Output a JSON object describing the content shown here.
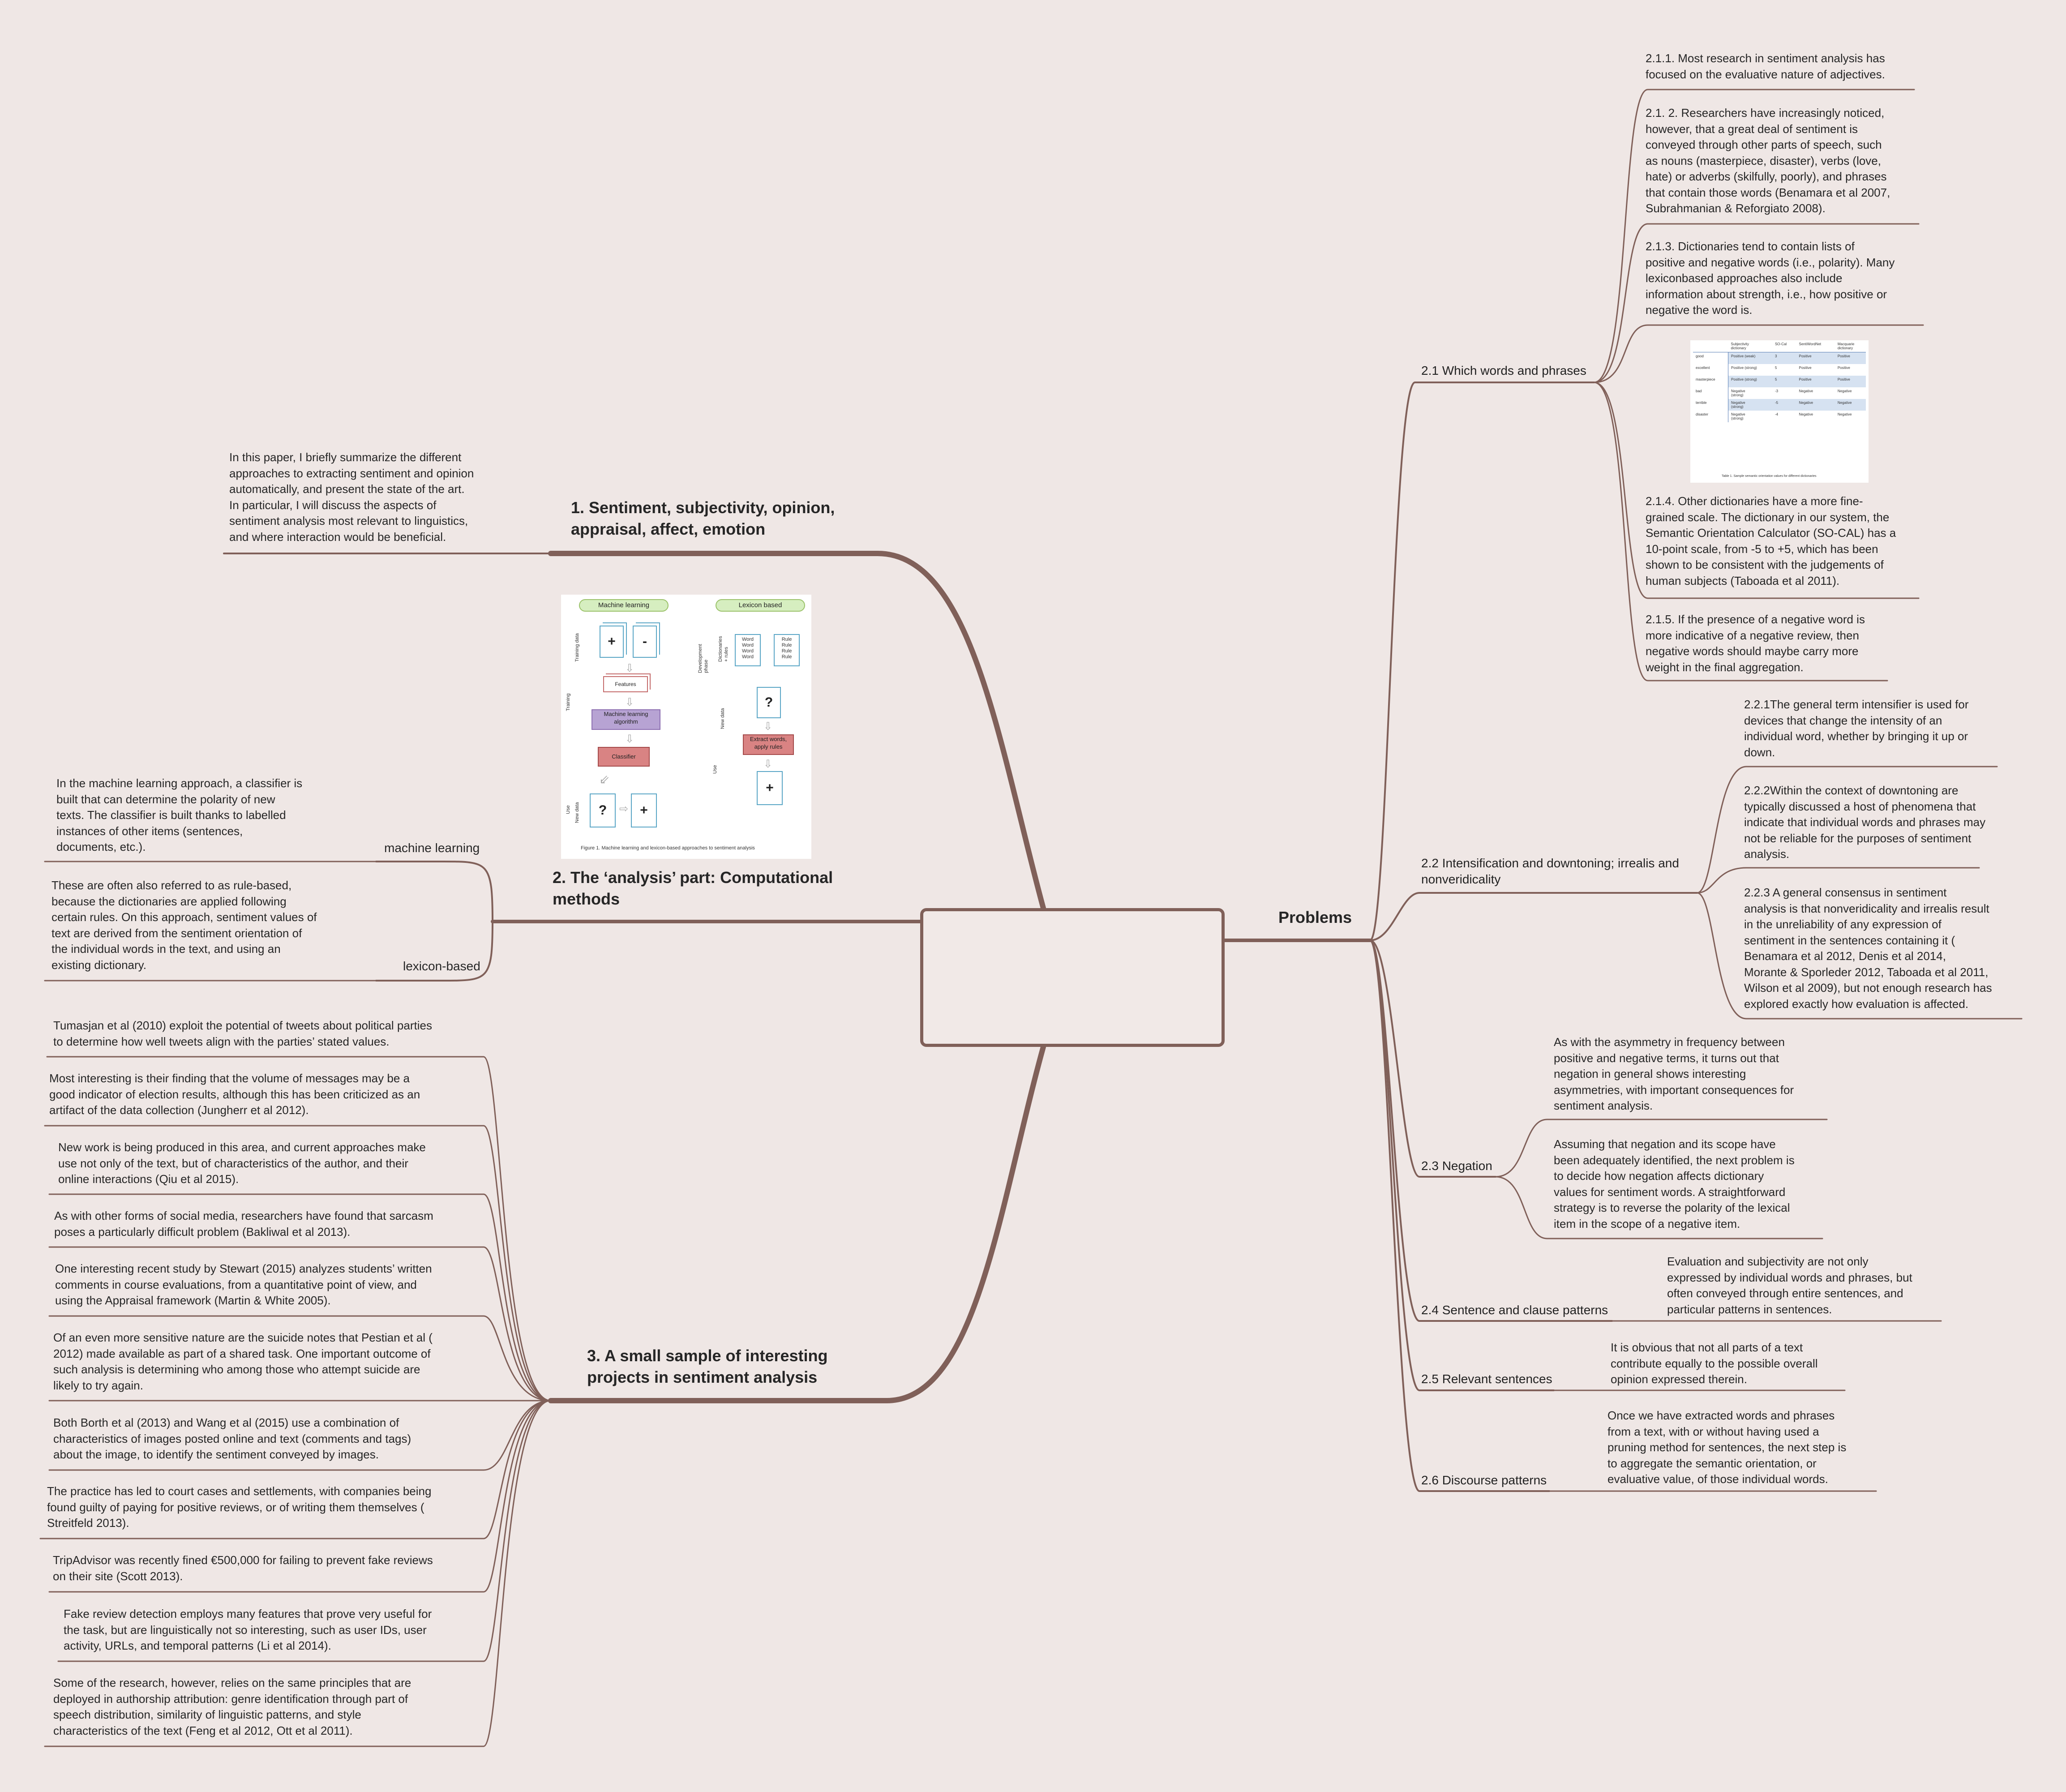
{
  "central_topic": "",
  "left": {
    "b1": {
      "title": "1. Sentiment, subjectivity, opinion,\nappraisal, affect, emotion",
      "note": "In this paper, I briefly summarize the different\napproaches to extracting sentiment and opinion\nautomatically, and present the state of the art.\nIn particular, I will discuss the aspects of\nsentiment analysis most relevant to linguistics,\nand where interaction would be beneficial."
    },
    "b2": {
      "title": "2. The ‘analysis’ part: Computational\nmethods",
      "ml_label": "machine learning",
      "ml_note": "In the machine learning approach, a classifier is\nbuilt that can determine the polarity of new\ntexts. The classifier is built thanks to labelled\ninstances of other items (sentences,\ndocuments, etc.).",
      "lex_label": "lexicon-based",
      "lex_note": "These are often also referred to as rule-based,\nbecause the dictionaries are applied following\ncertain rules. On this approach, sentiment values of\ntext are derived from the sentiment orientation of\nthe individual words in the text, and using an\nexisting dictionary.",
      "figure": {
        "pill_ml": "Machine learning",
        "pill_lex": "Lexicon based",
        "plus": "+",
        "minus": "-",
        "question": "?",
        "training_data": "Training data",
        "training": "Training",
        "features": "Features",
        "ml_algo": "Machine learning\nalgorithm",
        "classifier": "Classifier",
        "use": "Use",
        "new_data": "New data",
        "dev_phase": "Development\nphase",
        "dictionaries_rules": "Dictionaries\n+ rules",
        "words": "Word\nWord\nWord\nWord",
        "rules": "Rule\nRule\nRule\nRule",
        "extract": "Extract words,\napply rules",
        "caption": "Figure 1. Machine learning and lexicon-based approaches to sentiment analysis"
      }
    },
    "b3": {
      "title": "3. A small sample of interesting\nprojects in sentiment analysis",
      "notes": [
        "Tumasjan et al (2010) exploit the potential of tweets about political parties\nto determine how well tweets align with the parties’ stated values.",
        "Most interesting is their finding that the volume of messages may be a\ngood indicator of election results, although this has been criticized as an\nartifact of the data collection (Jungherr et al 2012).",
        "New work is being produced in this area, and current approaches make\nuse not only of the text, but of characteristics of the author, and their\nonline interactions (Qiu et al 2015).",
        "As with other forms of social media, researchers have found that sarcasm\nposes a particularly difficult problem (Bakliwal et al 2013).",
        "One interesting recent study by Stewart (2015) analyzes students’ written\ncomments in course evaluations, from a quantitative point of view, and\nusing the Appraisal framework (Martin & White 2005).",
        "Of an even more sensitive nature are the suicide notes that Pestian et al (\n2012) made available as part of a shared task. One important outcome of\nsuch analysis is determining who among those who attempt suicide are\nlikely to try again.",
        "Both Borth et al (2013) and Wang et al (2015) use a combination of\ncharacteristics of images posted online and text (comments and tags)\nabout the image, to identify the sentiment conveyed by images.",
        "The practice has led to court cases and settlements, with companies being\nfound guilty of paying for positive reviews, or of writing them themselves (\nStreitfeld 2013).",
        "TripAdvisor was recently fined €500,000 for failing to prevent fake reviews\non their site (Scott 2013).",
        "Fake review detection employs many features that prove very useful for\nthe task, but are linguistically not so interesting, such as user IDs, user\nactivity, URLs, and temporal patterns (Li et al 2014).",
        "Some of the research, however, relies on the same principles that are\ndeployed in authorship attribution: genre identification through part of\nspeech distribution, similarity of linguistic patterns, and style\ncharacteristics of the text (Feng et al 2012, Ott et al 2011)."
      ]
    }
  },
  "right": {
    "title": "Problems",
    "s21": {
      "label": "2.1 Which words and phrases",
      "notes": [
        "2.1.1. Most research in sentiment analysis has\nfocused on the evaluative nature of adjectives.",
        "2.1. 2. Researchers have increasingly noticed,\nhowever, that a great deal of sentiment is\nconveyed through other parts of speech, such\nas nouns (masterpiece, disaster), verbs (love,\nhate) or adverbs (skilfully, poorly), and phrases\nthat contain those words (Benamara et al 2007,\nSubrahmanian & Reforgiato 2008).",
        "2.1.3. Dictionaries tend to contain lists of\npositive and negative words (i.e., polarity). Many\nlexiconbased approaches also include\ninformation about strength, i.e., how positive or\nnegative the word is.",
        "2.1.4. Other dictionaries have a more fine-\ngrained scale. The dictionary in our system, the\nSemantic Orientation Calculator (SO-CAL) has a\n10-point scale, from -5 to +5, which has been\nshown to be consistent with the judgements of\nhuman subjects (Taboada et al 2011).",
        "2.1.5. If the presence of a negative word is\nmore indicative of a negative review, then\nnegative words should maybe carry more\nweight in the final aggregation."
      ],
      "table": {
        "headers": [
          "",
          "Subjectivity\ndictionary",
          "SO-Cal",
          "SentiWordNet",
          "Macquarie\ndictionary"
        ],
        "rows": [
          [
            "good",
            "Positive (weak)",
            "3",
            "Positive",
            "Positive"
          ],
          [
            "excellent",
            "Positive (strong)",
            "5",
            "Positive",
            "Positive"
          ],
          [
            "masterpiece",
            "Positive (strong)",
            "5",
            "Positive",
            "Positive"
          ],
          [
            "bad",
            "Negative\n(strong)",
            "-3",
            "Negative",
            "Negative"
          ],
          [
            "terrible",
            "Negative\n(strong)",
            "-5",
            "Negative",
            "Negative"
          ],
          [
            "disaster",
            "Negative\n(strong)",
            "-4",
            "Negative",
            "Negative"
          ]
        ],
        "caption": "Table 1. Sample semantic orientation values for different dictionaries"
      }
    },
    "s22": {
      "label": "2.2 Intensification and downtoning; irrealis and\nnonveridicality",
      "notes": [
        "2.2.1The general term intensifier is used for\ndevices that change the intensity of an\nindividual word, whether by bringing it up or\ndown.",
        "2.2.2Within the context of downtoning are\ntypically discussed a host of phenomena that\nindicate that individual words and phrases may\nnot be reliable for the purposes of sentiment\nanalysis.",
        "2.2.3 A general consensus in sentiment\nanalysis is that nonveridicality and irrealis result\nin the unreliability of any expression of\nsentiment in the sentences containing it (\nBenamara et al 2012, Denis et al 2014,\nMorante & Sporleder 2012, Taboada et al 2011,\nWilson et al 2009), but not enough research has\nexplored exactly how evaluation is affected."
      ]
    },
    "s23": {
      "label": "2.3 Negation",
      "notes": [
        "As with the asymmetry in frequency between\npositive and negative terms, it turns out that\nnegation in general shows interesting\nasymmetries, with important consequences for\nsentiment analysis.",
        "Assuming that negation and its scope have\nbeen adequately identified, the next problem is\nto decide how negation affects dictionary\nvalues for sentiment words. A straightforward\nstrategy is to reverse the polarity of the lexical\nitem in the scope of a negative item."
      ]
    },
    "s24": {
      "label": "2.4 Sentence and clause patterns",
      "note": "Evaluation and subjectivity are not only\nexpressed by individual words and phrases, but\noften conveyed through entire sentences, and\nparticular patterns in sentences."
    },
    "s25": {
      "label": "2.5 Relevant sentences",
      "note": "It is obvious that not all parts of a text\ncontribute equally to the possible overall\nopinion expressed therein."
    },
    "s26": {
      "label": "2.6 Discourse patterns",
      "note": "Once we have extracted words and phrases\nfrom a text, with or without having used a\npruning method for sentences, the next step is\nto aggregate the semantic orientation, or\nevaluative value, of those individual words."
    }
  },
  "colors": {
    "background": "#efe7e5",
    "line": "#806059"
  }
}
